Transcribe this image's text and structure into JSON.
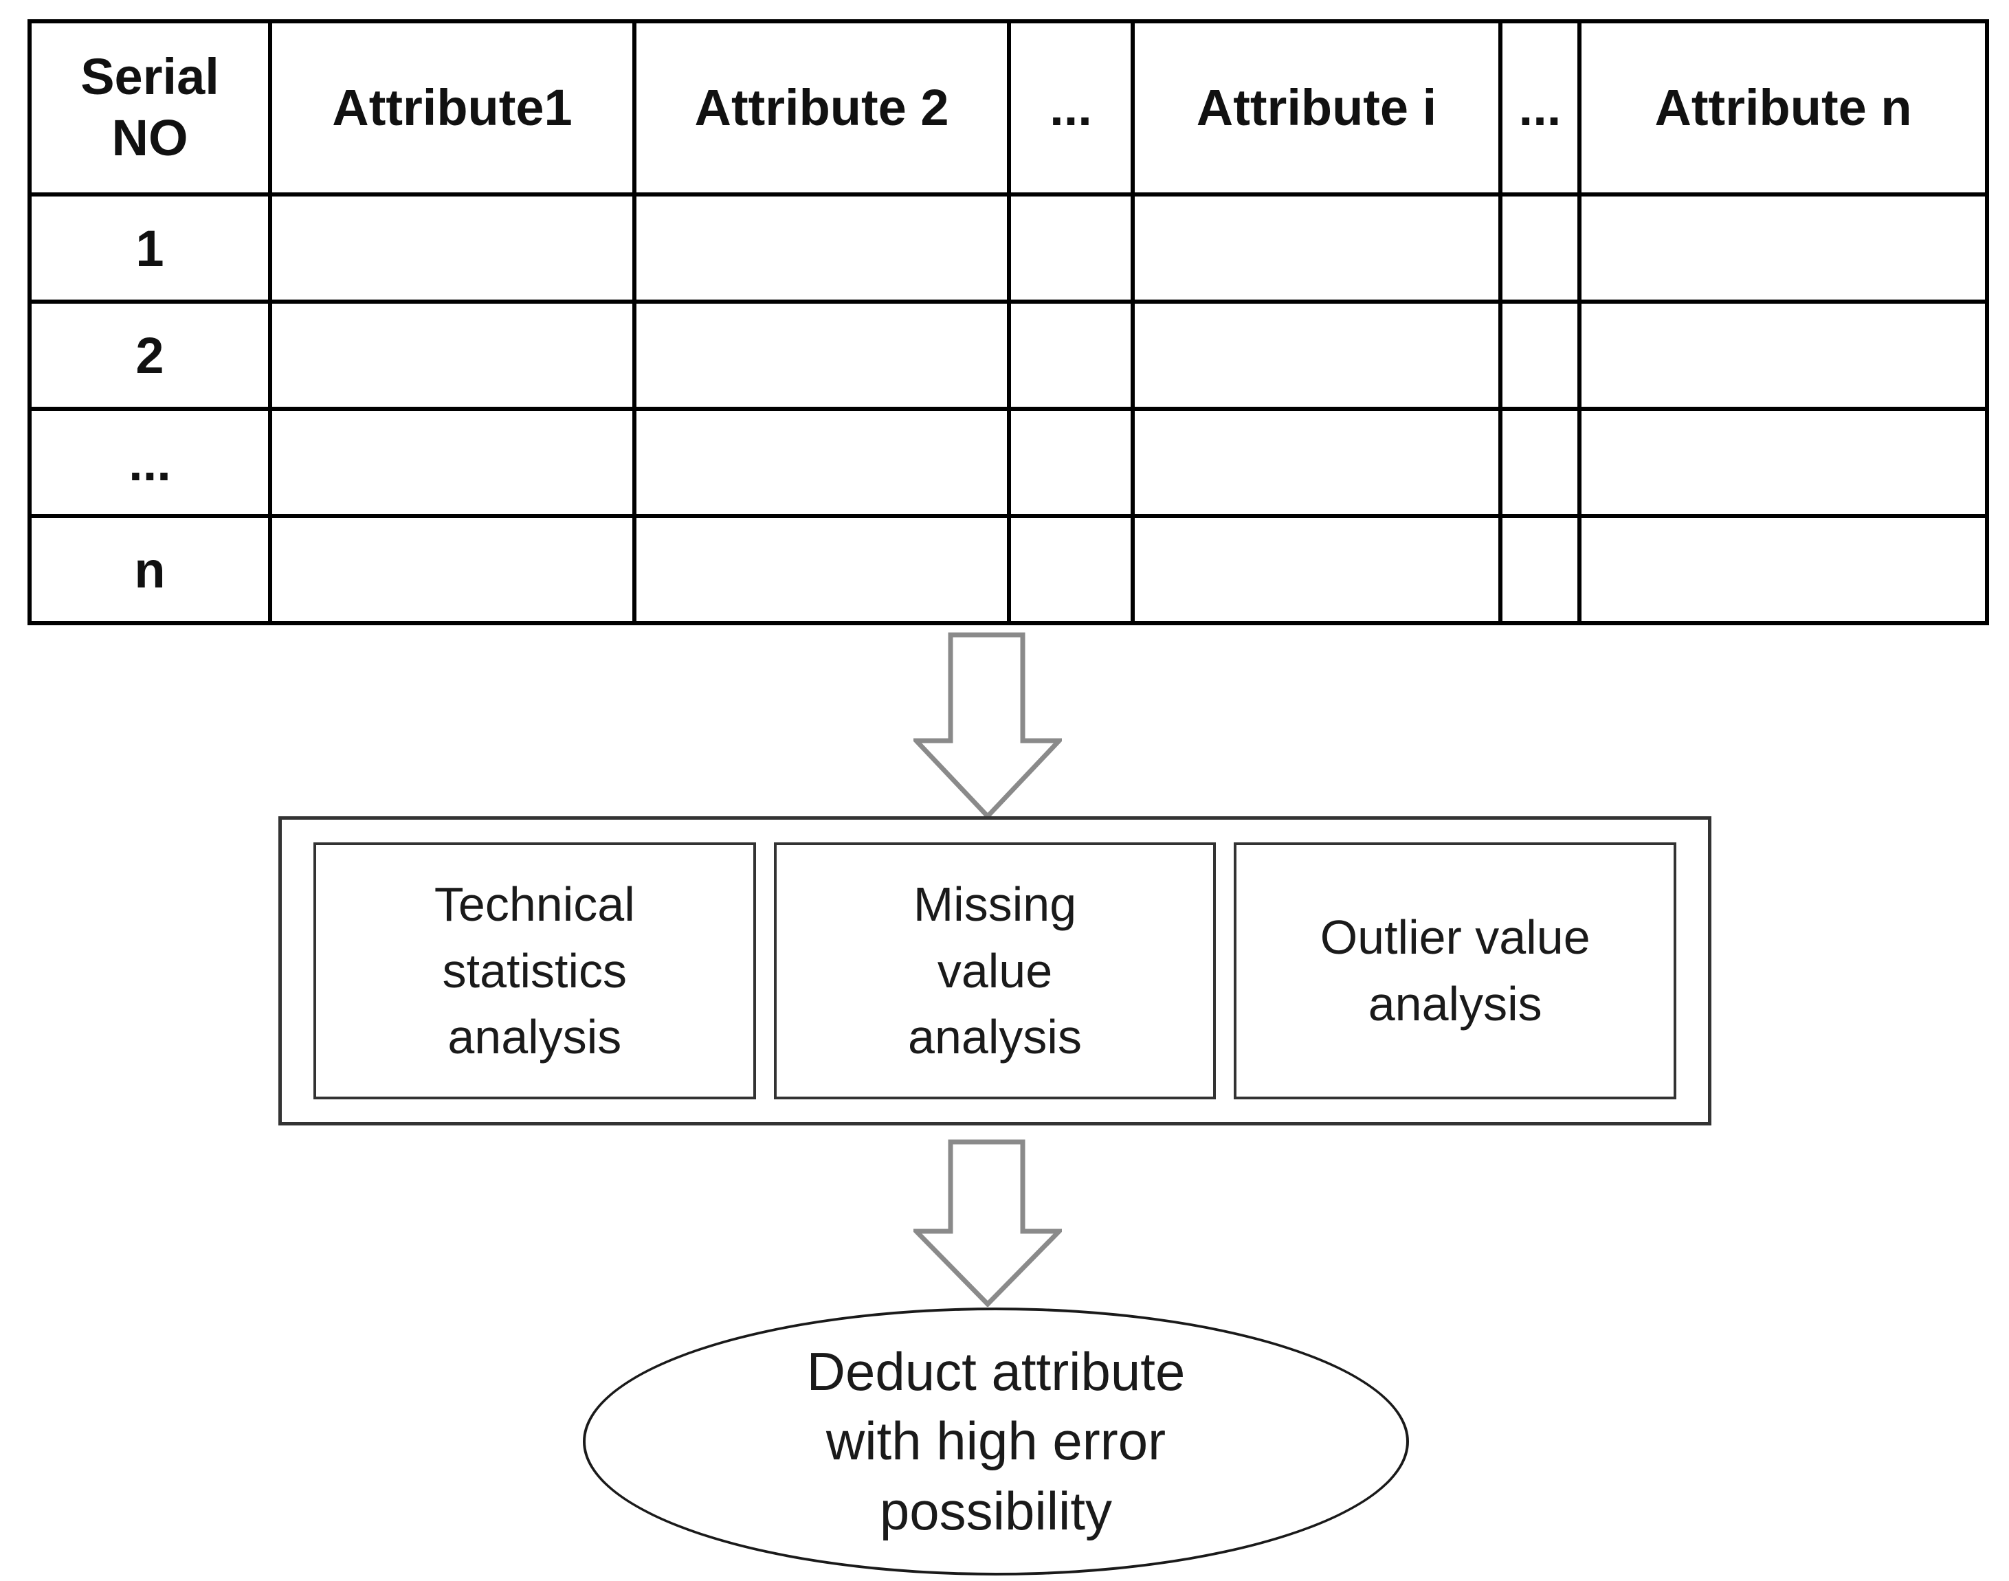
{
  "table": {
    "header": [
      "Serial\nNO",
      "Attribute1",
      "Attribute 2",
      "...",
      "Attribute i",
      "...",
      "Attribute n"
    ],
    "rows": [
      "1",
      "2",
      "...",
      "n"
    ],
    "empty_columns_per_row": 6
  },
  "process": {
    "boxes": [
      "Technical\nstatistics\nanalysis",
      "Missing\nvalue\nanalysis",
      "Outlier value\nanalysis"
    ]
  },
  "result": {
    "label": "Deduct attribute\nwith high error\npossibility"
  },
  "icons": {
    "flow_arrow": "down-block-arrow"
  },
  "colors": {
    "table_border": "#000000",
    "box_border": "#333333",
    "arrow_outline": "#8a8a8a",
    "text": "#111111",
    "background": "#ffffff"
  }
}
